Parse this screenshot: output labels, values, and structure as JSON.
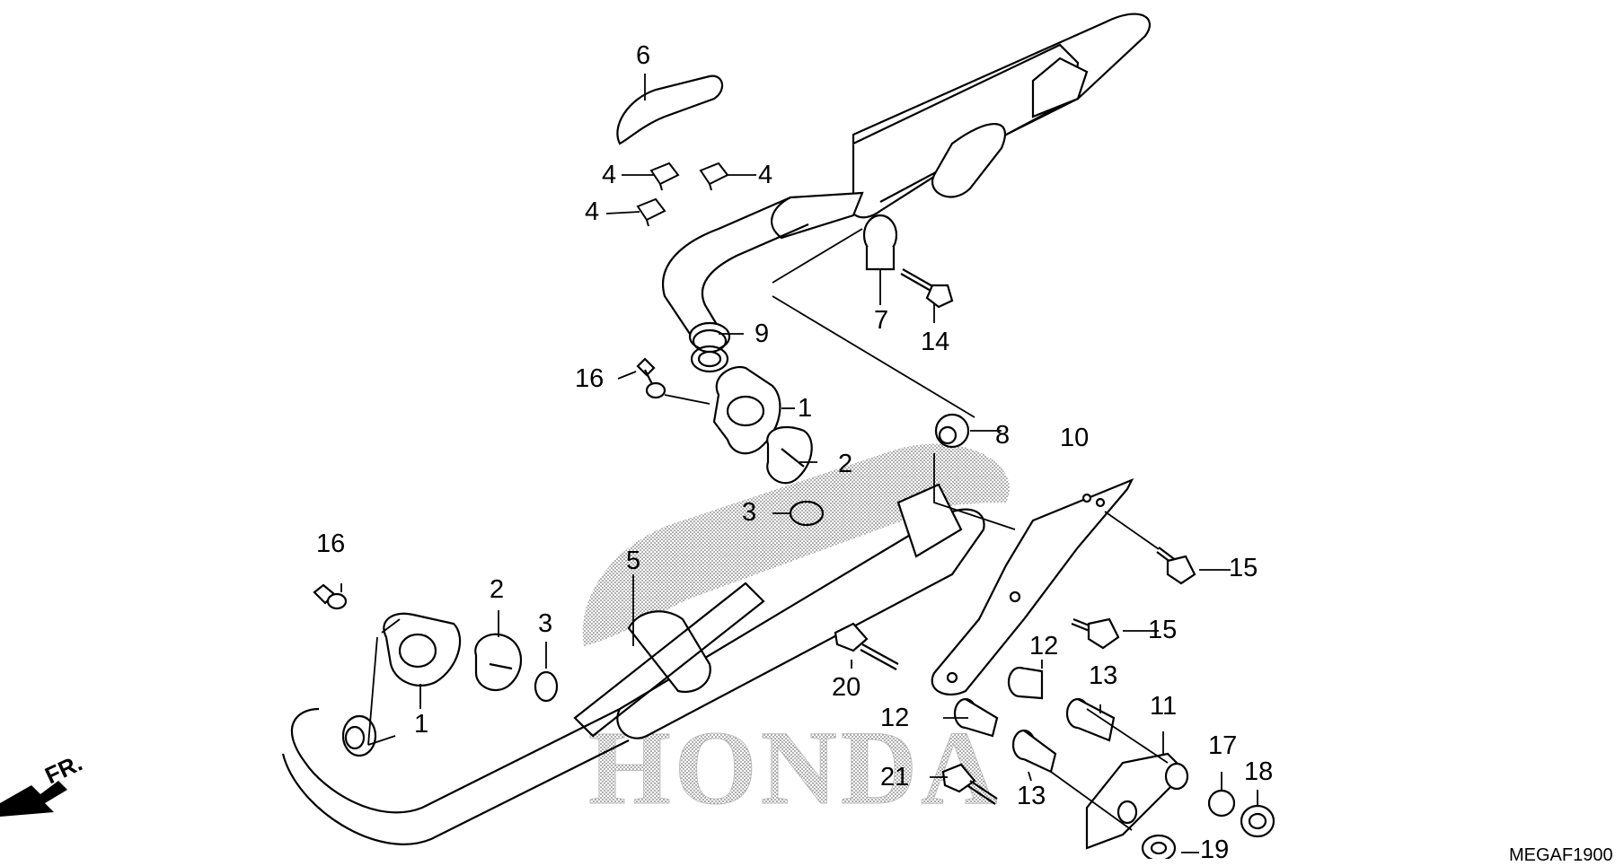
{
  "diagram": {
    "part_code": "MEGAF1900",
    "direction_label": "FR.",
    "watermark_text": "HONDA",
    "callouts": {
      "c6": "6",
      "c4a": "4",
      "c4b": "4",
      "c4c": "4",
      "c9": "9",
      "c7": "7",
      "c14": "14",
      "c16a": "16",
      "c1a": "1",
      "c2a": "2",
      "c3a": "3",
      "c8": "8",
      "c10": "10",
      "c15a": "15",
      "c15b": "15",
      "c16b": "16",
      "c2b": "2",
      "c3b": "3",
      "c5": "5",
      "c1b": "1",
      "c20": "20",
      "c12a": "12",
      "c12b": "12",
      "c13a": "13",
      "c13b": "13",
      "c11": "11",
      "c17": "17",
      "c18": "18",
      "c21": "21",
      "c19": "19"
    }
  }
}
